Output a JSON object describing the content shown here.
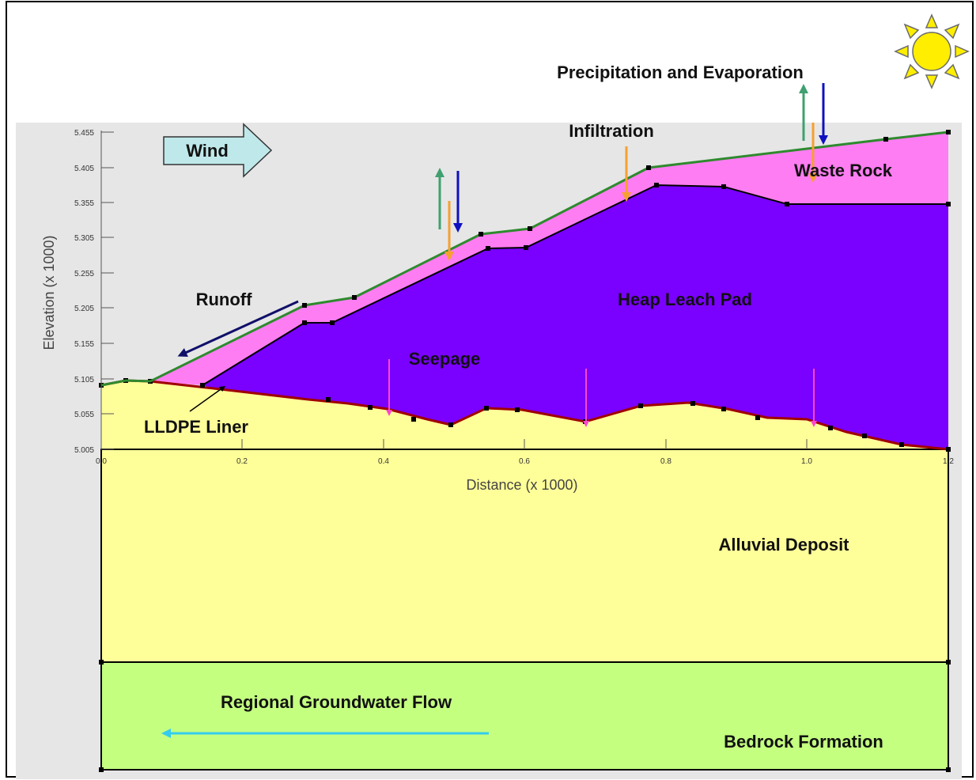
{
  "colors": {
    "plot_background": "#e6e6e6",
    "waste_rock": "#ff7df2",
    "heap_leach_pad": "#7a00ff",
    "alluvial_deposit": "#ffff99",
    "bedrock_formation": "#c4ff80",
    "liner": "#a00000",
    "surface_line": "#2e8a2e",
    "infiltration_arrow": "#f5a030",
    "evaporation_arrow": "#40a070",
    "precipitation_arrow": "#1010c0",
    "seepage_arrow": "#ff44cc",
    "runoff_arrow": "#10106a",
    "groundwater_arrow": "#33ccee",
    "sun": "#ffee00",
    "wind_arrow": "#bfe8ea"
  },
  "icons": {
    "sun": "sun-icon",
    "wind": "wind-arrow-icon"
  },
  "labels": {
    "precipitation_evaporation": "Precipitation and Evaporation",
    "infiltration": "Infiltration",
    "wind": "Wind",
    "waste_rock": "Waste Rock",
    "runoff": "Runoff",
    "heap_leach_pad": "Heap Leach Pad",
    "seepage": "Seepage",
    "lldpe_liner": "LLDPE Liner",
    "alluvial_deposit": "Alluvial Deposit",
    "regional_groundwater_flow": "Regional Groundwater Flow",
    "bedrock_formation": "Bedrock Formation"
  },
  "axes": {
    "x_title": "Distance (x  1000)",
    "y_title": "Elevation (x  1000)",
    "x_ticks": [
      "0.0",
      "0.2",
      "0.4",
      "0.6",
      "0.8",
      "1.0",
      "1.2"
    ],
    "y_ticks": [
      "5.455",
      "5.405",
      "5.355",
      "5.305",
      "5.255",
      "5.205",
      "5.155",
      "5.105",
      "5.055",
      "5.005"
    ]
  },
  "chart_data": {
    "type": "area",
    "xlabel": "Distance (x  1000)",
    "ylabel": "Elevation (x  1000)",
    "xlim": [
      0,
      1.2
    ],
    "ylim": [
      5.005,
      5.455
    ],
    "series": [
      {
        "name": "Waste Rock",
        "x": [
          0.0,
          0.035,
          0.07,
          0.29,
          0.36,
          0.54,
          0.61,
          0.78,
          1.12,
          1.2
        ],
        "y": [
          5.095,
          5.101,
          5.1,
          5.208,
          5.219,
          5.309,
          5.317,
          5.404,
          5.442,
          5.452
        ]
      },
      {
        "name": "Heap Leach Pad",
        "x": [
          0.145,
          0.29,
          0.33,
          0.55,
          0.6,
          0.79,
          0.88,
          0.98,
          1.2
        ],
        "y": [
          5.096,
          5.183,
          5.183,
          5.289,
          5.289,
          5.377,
          5.376,
          5.349,
          5.349
        ]
      },
      {
        "name": "LLDPE Liner",
        "x": [
          0.0,
          0.07,
          0.16,
          0.3,
          0.38,
          0.45,
          0.5,
          0.55,
          0.6,
          0.7,
          0.78,
          0.84,
          0.89,
          0.96,
          1.02,
          1.1,
          1.2
        ],
        "y": [
          5.095,
          5.1,
          5.095,
          5.08,
          5.06,
          5.042,
          5.033,
          5.058,
          5.058,
          5.036,
          5.062,
          5.067,
          5.057,
          5.044,
          5.043,
          5.02,
          5.005
        ]
      }
    ]
  }
}
